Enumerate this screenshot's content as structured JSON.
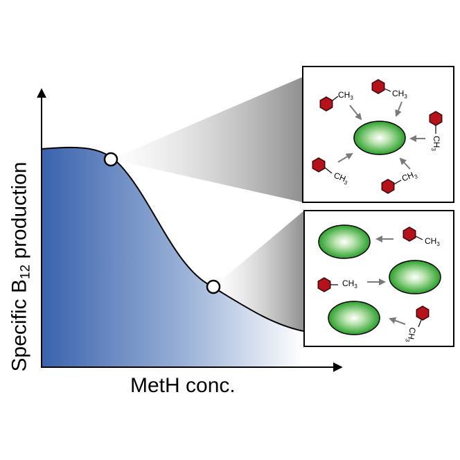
{
  "axes": {
    "x_title": "MetH conc.",
    "y_title_prefix": "Specific B",
    "y_title_subscript": "12",
    "y_title_suffix": " production"
  },
  "molecule_label": {
    "text": "CH",
    "subscript": "3"
  },
  "colors": {
    "curve_fill_dark": "#3a63ad",
    "curve_fill_light": "#ffffff",
    "cell_green": "#2aa02a",
    "cell_green_light": "#ffffff",
    "hexagon_red": "#b5121b",
    "arrow_grey": "#7a7a7a",
    "callout_grey": "#9a9a9a"
  },
  "icons": [
    "hexagon-molecule-icon",
    "cell-icon",
    "arrow-icon"
  ]
}
